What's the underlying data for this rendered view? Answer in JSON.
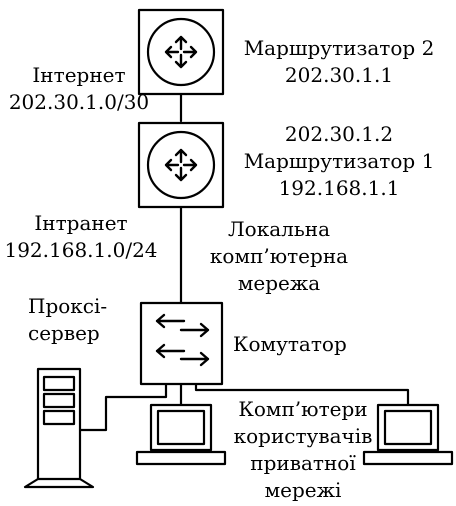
{
  "router2": {
    "name": "Маршрутизатор 2",
    "ip": "202.30.1.1"
  },
  "router1": {
    "wan_ip": "202.30.1.2",
    "name": "Маршрутизатор 1",
    "lan_ip": "192.168.1.1"
  },
  "internet": {
    "label": "Інтернет",
    "subnet": "202.30.1.0/30"
  },
  "intranet": {
    "label": "Інтранет",
    "subnet": "192.168.1.0/24"
  },
  "lan": {
    "line1": "Локальна",
    "line2": "комп’ютерна",
    "line3": "мережа"
  },
  "proxy": {
    "line1": "Проксі-",
    "line2": "сервер"
  },
  "switch": {
    "label": "Комутатор"
  },
  "user_computers": {
    "line1": "Комп’ютери",
    "line2": "користувачів",
    "line3": "приватної",
    "line4": "мережі"
  }
}
